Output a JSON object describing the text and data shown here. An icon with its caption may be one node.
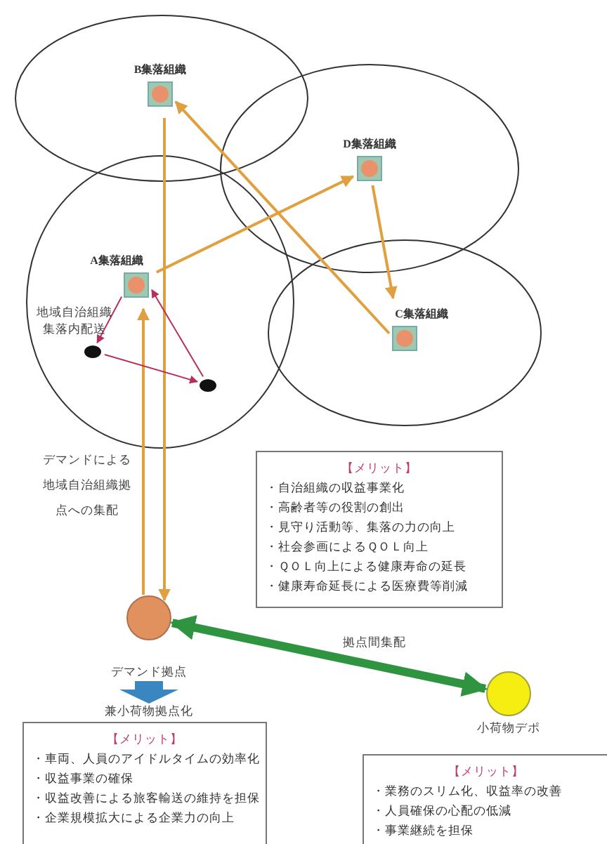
{
  "diagram": {
    "nodes": [
      {
        "text": [],
        "shape": "ellipse"
      },
      {
        "text": [
          "B集落組織"
        ],
        "in": 0
      },
      {
        "text": [],
        "shape": "ellipse"
      },
      {
        "text": [
          "D集落組織"
        ],
        "in": 2
      },
      {
        "text": [],
        "shape": "ellipse"
      },
      {
        "text": [
          "A集落組織"
        ],
        "in": 4
      },
      {
        "text": [],
        "shape": "circle",
        "in": 4
      },
      {
        "text": [],
        "shape": "circle",
        "in": 4
      },
      {
        "text": [],
        "shape": "ellipse"
      },
      {
        "text": [
          "C集落組織"
        ],
        "in": 8
      },
      {
        "text": [],
        "shape": "circle",
        "beside": [
          "デマンド拠点"
        ]
      },
      {
        "text": [],
        "shape": "circle",
        "beside": [
          "小荷物デポ"
        ]
      },
      {
        "text": [
          "【メリット】",
          "・自治組織の収益事業化",
          "・高齢者等の役割の創出",
          "・見守り活動等、集落の力の向上",
          "・社会参画によるＱＯＬ向上",
          "・ＱＯＬ向上による健康寿命の延長",
          "・健康寿命延長による医療費等削減"
        ]
      },
      {
        "text": [
          "【メリット】",
          "・車両、人員のアイドルタイムの効率化",
          "・収益事業の確保",
          "・収益改善による旅客輸送の維持を担保",
          "・企業規模拡大による企業力の向上"
        ]
      },
      {
        "text": [
          "【メリット】",
          "・業務のスリム化、収益率の改善",
          "・人員確保の心配の低減",
          "・事業継続を担保"
        ]
      }
    ],
    "edges": [
      {
        "from": 5,
        "to": 3,
        "arrow": "to"
      },
      {
        "from": 3,
        "to": 9,
        "arrow": "to"
      },
      {
        "from": 9,
        "to": 1,
        "arrow": "to"
      },
      {
        "from": 10,
        "to": 5,
        "arrow": "to"
      },
      {
        "from": 1,
        "to": 10,
        "arrow": "to"
      },
      {
        "from": 5,
        "to": 6,
        "arrow": "to",
        "color": "#b8305a"
      },
      {
        "from": 6,
        "to": 7,
        "arrow": "to",
        "color": "#b8305a"
      },
      {
        "from": 7,
        "to": 5,
        "arrow": "to",
        "color": "#b8305a"
      },
      {
        "from": 10,
        "to": 11,
        "arrow": "both",
        "label": "拠点間集配",
        "style": "thick",
        "color": "#2e9440"
      }
    ],
    "labels": [
      "地域自治組織集落内配送",
      "デマンドによる地域自治組織拠点への集配",
      "兼小荷物拠点化"
    ]
  }
}
